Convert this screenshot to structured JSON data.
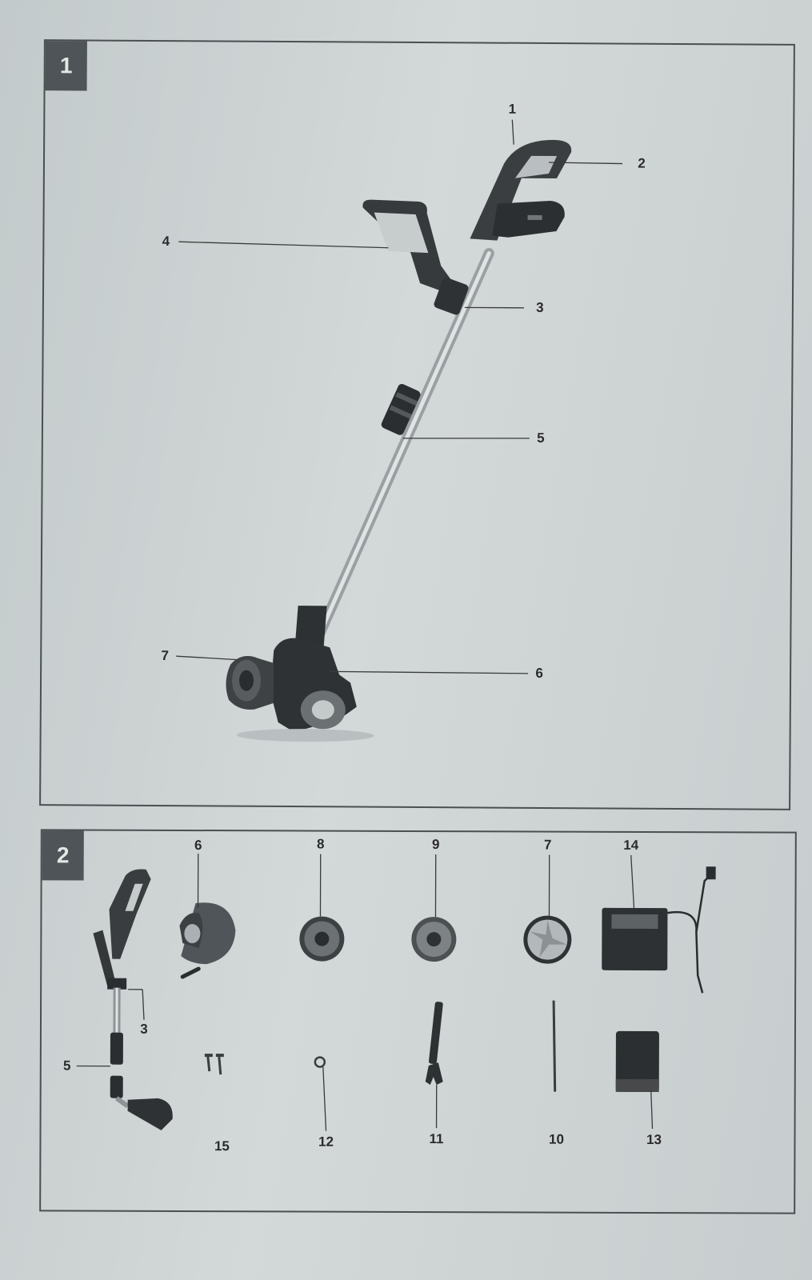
{
  "figure1": {
    "number": "1",
    "callouts": [
      "1",
      "2",
      "3",
      "4",
      "5",
      "6",
      "7"
    ]
  },
  "figure2": {
    "number": "2",
    "callouts": [
      "6",
      "8",
      "9",
      "7",
      "14",
      "3",
      "5",
      "15",
      "12",
      "11",
      "10",
      "13"
    ]
  }
}
